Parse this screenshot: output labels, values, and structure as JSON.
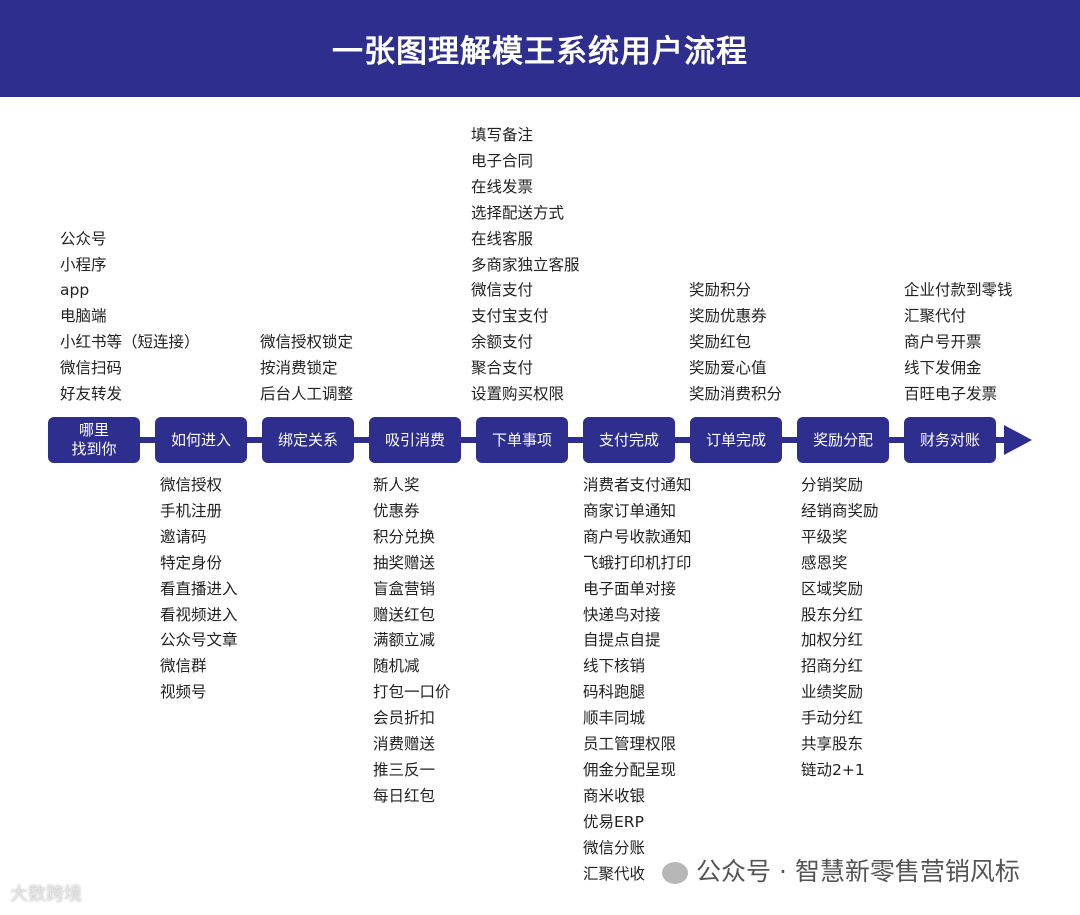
{
  "header": {
    "title": "一张图理解模王系统用户流程"
  },
  "colors": {
    "primary": "#2e2e8e"
  },
  "steps": [
    {
      "label": "哪里\n找到你",
      "items": [
        "公众号",
        "小程序",
        "app",
        "电脑端",
        "小红书等（短连接）",
        "微信扫码",
        "好友转发"
      ],
      "position": "top"
    },
    {
      "label": "如何进入",
      "items": [
        "微信授权",
        "手机注册",
        "邀请码",
        "特定身份",
        "看直播进入",
        "看视频进入",
        "公众号文章",
        "微信群",
        "视频号"
      ],
      "position": "bottom"
    },
    {
      "label": "绑定关系",
      "items": [
        "微信授权锁定",
        "按消费锁定",
        "后台人工调整"
      ],
      "position": "top"
    },
    {
      "label": "吸引消费",
      "items": [
        "新人奖",
        "优惠券",
        "积分兑换",
        "抽奖赠送",
        "盲盒营销",
        "赠送红包",
        "满额立减",
        "随机减",
        "打包一口价",
        "会员折扣",
        "消费赠送",
        "推三反一",
        "每日红包"
      ],
      "position": "bottom"
    },
    {
      "label": "下单事项",
      "items": [
        "填写备注",
        "电子合同",
        "在线发票",
        "选择配送方式",
        "在线客服",
        "多商家独立客服",
        "微信支付",
        "支付宝支付",
        "余额支付",
        "聚合支付",
        "设置购买权限"
      ],
      "position": "top"
    },
    {
      "label": "支付完成",
      "items": [
        "消费者支付通知",
        "商家订单通知",
        "商户号收款通知",
        "飞蛾打印机打印",
        "电子面单对接",
        "快递鸟对接",
        "自提点自提",
        "线下核销",
        "码科跑腿",
        "顺丰同城",
        "员工管理权限",
        "佣金分配呈现",
        "商米收银",
        "优易ERP",
        "微信分账",
        "汇聚代收"
      ],
      "position": "bottom"
    },
    {
      "label": "订单完成",
      "items": [
        "奖励积分",
        "奖励优惠券",
        "奖励红包",
        "奖励爱心值",
        "奖励消费积分"
      ],
      "position": "top"
    },
    {
      "label": "奖励分配",
      "items": [
        "分销奖励",
        "经销商奖励",
        "平级奖",
        "感恩奖",
        "区域奖励",
        "股东分红",
        "加权分红",
        "招商分红",
        "业绩奖励",
        "手动分红",
        "共享股东",
        "链动2+1"
      ],
      "position": "bottom"
    },
    {
      "label": "财务对账",
      "items": [
        "企业付款到零钱",
        "汇聚代付",
        "商户号开票",
        "线下发佣金",
        "百旺电子发票"
      ],
      "position": "top"
    }
  ],
  "watermark": {
    "text": "公众号 · 智慧新零售营销风标",
    "logo": "大数跨境"
  }
}
